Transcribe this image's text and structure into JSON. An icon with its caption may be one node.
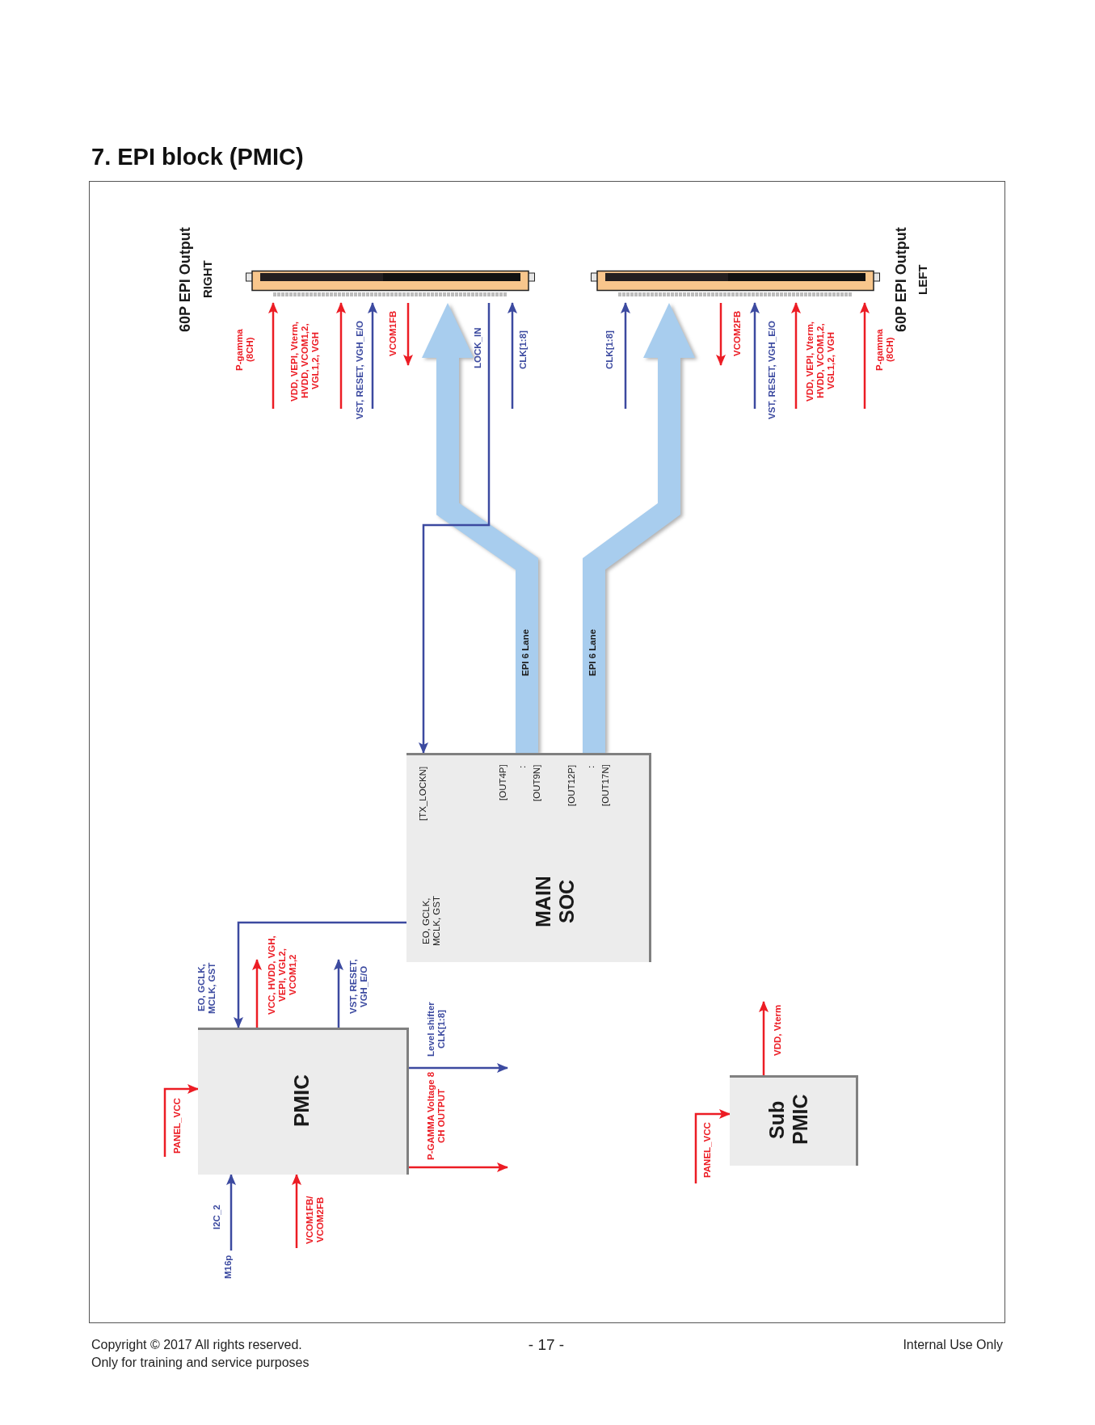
{
  "diagram": {
    "title": "7. EPI block (PMIC)",
    "nodes": [
      {
        "text": [
          "60P EPI Output",
          "RIGHT"
        ]
      },
      {
        "text": [
          "60P EPI Output",
          "LEFT"
        ]
      },
      {
        "text": [
          "[TX_LOCKN]",
          "[OUT4P]",
          ":",
          "[OUT9N]",
          "[OUT12P]",
          ":",
          "[OUT17N]",
          "EO, GCLK, MCLK, GST",
          "MAIN SOC"
        ]
      },
      {
        "text": [
          "PMIC"
        ]
      },
      {
        "text": [
          "Sub PMIC"
        ]
      },
      {
        "text": [
          "M16p"
        ]
      }
    ],
    "edges": [
      {
        "from": null,
        "to": 0,
        "arrow": "to",
        "label": "P-gamma (8CH)"
      },
      {
        "from": null,
        "to": 0,
        "arrow": "to",
        "label": "VDD, VEPI, Vterm, HVDD, VCOM1,2, VGL1,2, VGH"
      },
      {
        "from": null,
        "to": 0,
        "arrow": "to",
        "label": "VST, RESET, VGH_E/O",
        "color": "#3c4aa0"
      },
      {
        "from": 0,
        "to": null,
        "arrow": "to",
        "label": "VCOM1FB"
      },
      {
        "from": 2,
        "to": 0,
        "arrow": "to",
        "label": "EPI 6 Lane",
        "style": "thick",
        "color": "#a8cdee"
      },
      {
        "from": 0,
        "to": 2,
        "arrow": "to",
        "label": "LOCK_IN",
        "color": "#3c4aa0"
      },
      {
        "from": null,
        "to": 0,
        "arrow": "to",
        "label": "CLK[1:8]",
        "color": "#3c4aa0"
      },
      {
        "from": 2,
        "to": 1,
        "arrow": "to",
        "label": "EPI 6 Lane",
        "style": "thick",
        "color": "#a8cdee"
      },
      {
        "from": null,
        "to": 1,
        "arrow": "to",
        "label": "CLK[1:8]",
        "color": "#3c4aa0"
      },
      {
        "from": 1,
        "to": null,
        "arrow": "to",
        "label": "VCOM2FB"
      },
      {
        "from": null,
        "to": 1,
        "arrow": "to",
        "label": "VST, RESET, VGH_E/O",
        "color": "#3c4aa0"
      },
      {
        "from": null,
        "to": 1,
        "arrow": "to",
        "label": "VDD, VEPI, Vterm, HVDD, VCOM1,2, VGL1,2, VGH"
      },
      {
        "from": null,
        "to": 1,
        "arrow": "to",
        "label": "P-gamma (8CH)"
      },
      {
        "from": 2,
        "to": 3,
        "arrow": "to",
        "label": "EO, GCLK, MCLK, GST",
        "color": "#3c4aa0"
      },
      {
        "from": 3,
        "to": null,
        "arrow": "to",
        "label": "VCC, HVDD, VGH, VEPI, VGL2, VCOM1,2"
      },
      {
        "from": 3,
        "to": null,
        "arrow": "to",
        "label": "VST, RESET, VGH_E/O",
        "color": "#3c4aa0"
      },
      {
        "from": 3,
        "to": null,
        "arrow": "to",
        "label": "Level shifter CLK[1:8]",
        "color": "#3c4aa0"
      },
      {
        "from": 3,
        "to": null,
        "arrow": "to",
        "label": "P-GAMMA Voltage 8 CH OUTPUT"
      },
      {
        "from": 5,
        "to": 3,
        "arrow": "to",
        "label": "I2C_2",
        "color": "#3c4aa0"
      },
      {
        "from": null,
        "to": 3,
        "arrow": "to",
        "label": "VCOM1FB/ VCOM2FB"
      },
      {
        "from": null,
        "to": 3,
        "arrow": "to",
        "label": "PANEL_VCC"
      },
      {
        "from": null,
        "to": 4,
        "arrow": "to",
        "label": "PANEL_VCC"
      },
      {
        "from": 4,
        "to": null,
        "arrow": "to",
        "label": "VDD, Vterm"
      }
    ],
    "labels": [
      "Copyright © 2017 All rights reserved.",
      "Only for training and service purposes",
      "- 17 -",
      "Internal Use Only"
    ]
  }
}
